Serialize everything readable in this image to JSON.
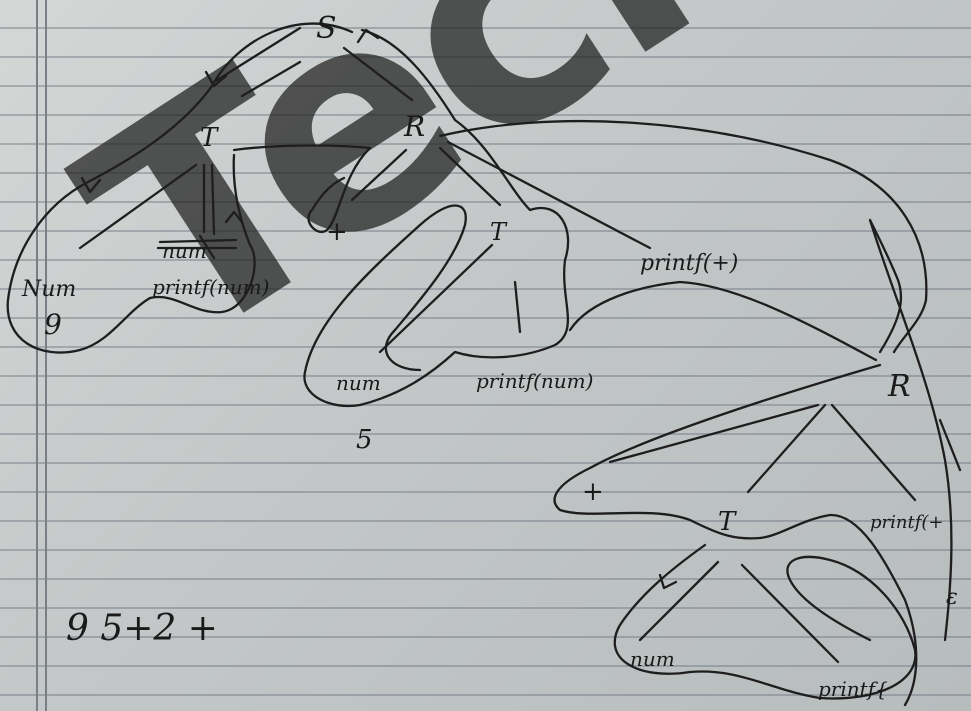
{
  "watermark": "Techbits",
  "nodes": {
    "s_root": "S",
    "t_top": "T",
    "r_top": "R",
    "num_left": "Num",
    "num_left_value": "9",
    "print_left_struck": "num",
    "print_left": "printf(num)",
    "plus_mid": "+",
    "t_mid": "T",
    "num_mid": "num",
    "num_mid_value": "5",
    "print_mid": "printf(num)",
    "print_plus_mid": "printf(+)",
    "r_right": "R",
    "plus_low": "+",
    "t_low": "T",
    "print_plus_low": "printf(+",
    "num_low": "num",
    "print_low": "printf{",
    "e_right": "ε"
  },
  "expression": "9 5+2 +"
}
